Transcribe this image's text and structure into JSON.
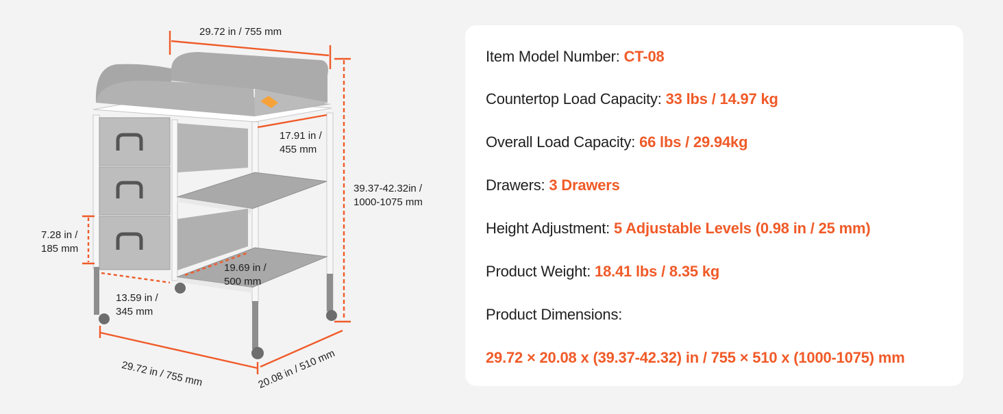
{
  "dimensions": {
    "top_width": "29.72 in / 755 mm",
    "top_depth_line1": "17.91 in /",
    "top_depth_line2": "455 mm",
    "height_line1": "39.37-42.32in /",
    "height_line2": "1000-1075 mm",
    "drawer_height_line1": "7.28 in /",
    "drawer_height_line2": "185 mm",
    "drawer_width_line1": "13.59 in /",
    "drawer_width_line2": "345 mm",
    "shelf_width_line1": "19.69 in /",
    "shelf_width_line2": "500 mm",
    "base_width": "29.72 in / 755 mm",
    "base_depth": "20.08 in / 510 mm"
  },
  "specs": {
    "model": {
      "label": "Item Model Number: ",
      "value": "CT-08"
    },
    "countertop_load": {
      "label": "Countertop Load Capacity: ",
      "value": "33 lbs / 14.97 kg"
    },
    "overall_load": {
      "label": "Overall Load Capacity: ",
      "value": "66 lbs / 29.94kg"
    },
    "drawers": {
      "label": "Drawers: ",
      "value": "3 Drawers"
    },
    "height_adjustment": {
      "label": "Height Adjustment: ",
      "value": "5 Adjustable Levels (0.98 in / 25 mm)"
    },
    "weight": {
      "label": "Product Weight: ",
      "value": "18.41 lbs / 8.35 kg"
    },
    "dimensions": {
      "label": "Product Dimensions:",
      "value": "29.72 × 20.08 x (39.37-42.32) in / 755 × 510 x (1000-1075) mm"
    }
  },
  "colors": {
    "accent": "#f05a28",
    "text": "#1f1f1f",
    "background": "#f3f3f3",
    "card": "#ffffff",
    "product_gray": "#b3b3b3"
  }
}
